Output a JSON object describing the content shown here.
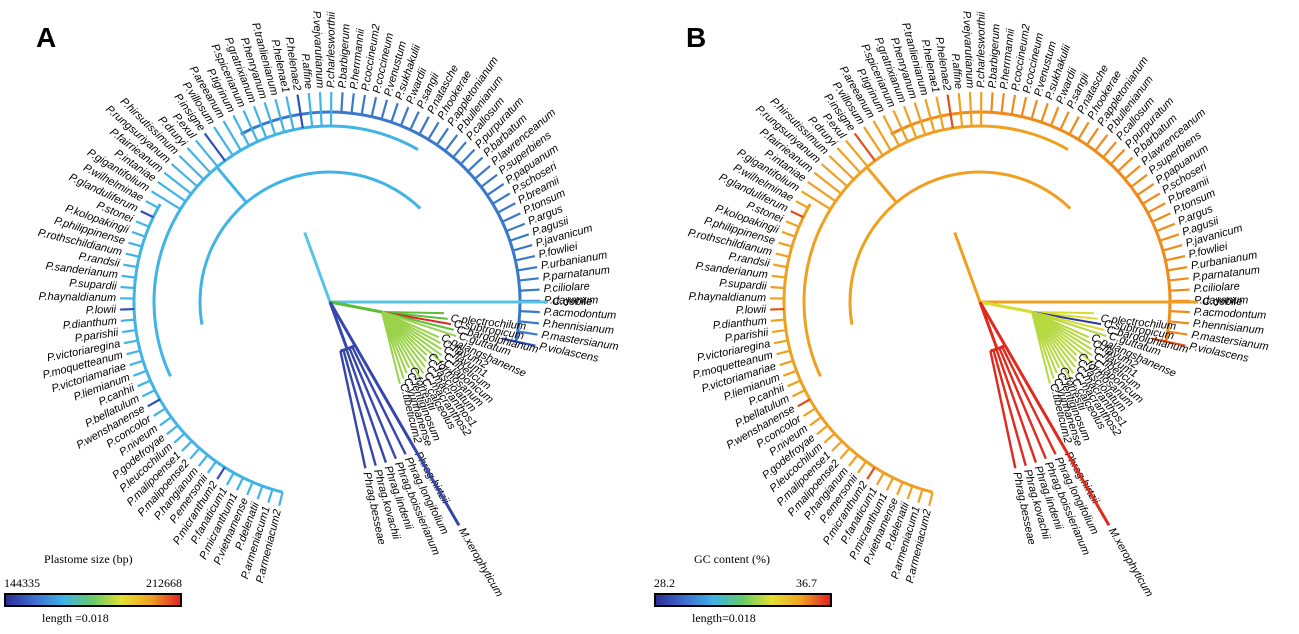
{
  "panels": [
    {
      "letter": "A",
      "legend": {
        "title": "Plastome size (bp)",
        "min": "144335",
        "max": "212668",
        "length": "length =0.018"
      },
      "palette": {
        "paph": "#40b4e4",
        "paph_deep": "#3a78cc",
        "paph_dark": "#3050b8",
        "cyp": "#5dbe3c",
        "cyp_light": "#9ad24a",
        "phrag": "#3646aa",
        "root": "#58c4e8",
        "accent": "#e02424"
      }
    },
    {
      "letter": "B",
      "legend": {
        "title": "GC content (%)",
        "min": "28.2",
        "max": "36.7",
        "length": "length=0.018"
      },
      "palette": {
        "paph": "#f0a020",
        "paph_deep": "#f08a18",
        "paph_dark": "#e05018",
        "cyp": "#d8dc30",
        "cyp_light": "#b6d840",
        "phrag": "#e02a1e",
        "root": "#f0a020",
        "accent": "#2d3aa0"
      }
    }
  ],
  "taxa": {
    "paphiopedilum": [
      "P.violascens",
      "P.mastersianum",
      "P.hennisianum",
      "P.acmodontum",
      "P.dayanum",
      "P.ciliolare",
      "P.parnatanum",
      "P.urbanianum",
      "P.fowliei",
      "P.javanicum",
      "P.agusii",
      "P.argus",
      "P.tonsum",
      "P.breamii",
      "P.schoseri",
      "P.papuanum",
      "P.superbiens",
      "P.lawrenceanum",
      "P.barbatum",
      "P.purpuratum",
      "P.callosum",
      "P.bullenianum",
      "P.appletonianum",
      "P.hookerae",
      "P.natasche",
      "P.sangii",
      "P.wardii",
      "P.sukhakulii",
      "P.venustum",
      "P.coccineum",
      "P.coccineum2",
      "P.herrmannii",
      "P.barbigerum",
      "P.charlesworthii",
      "P.vejvarutianum",
      "P.affine",
      "P.helenae2",
      "P.helenae1",
      "P.tranlienianum",
      "P.henryanum",
      "P.gratrixianum",
      "P.spicerianum",
      "P.tigrinum",
      "P.areeanum",
      "P.villosum",
      "P.insigne",
      "P.exul",
      "P.druryi",
      "P.hirsutissimum",
      "P.rungsuriyanum",
      "P.fairrieanum",
      "P.intaniae",
      "P.gigantifolium",
      "P.wilhelminae",
      "P.glanduliferum",
      "P.stonei",
      "P.kolopakingii",
      "P.philippinense",
      "P.rothschildianum",
      "P.randsii",
      "P.sanderianum",
      "P.supardii",
      "P.haynaldianum",
      "P.lowii",
      "P.dianthum",
      "P.parishii",
      "P.victoriaregina",
      "P.moquetteanum",
      "P.victoriamariae",
      "P.liemianum",
      "P.canhii",
      "P.bellatulum",
      "P.wenshanense",
      "P.concolor",
      "P.niveum",
      "P.godefroyae",
      "P.leucochilum",
      "P.malipoense1",
      "P.malipoense2",
      "P.hangianum",
      "P.emersonii",
      "P.micranthum2",
      "P.fanaticum1",
      "P.micranthum1",
      "P.vietnamense",
      "P.delenatii",
      "P.armeniacum1",
      "P.armeniacum2"
    ],
    "phragmipedium": [
      "Phrag.besseae",
      "Phrag.kovachii",
      "Phrag.lindenii",
      "Phrag.boissierianum",
      "Phrag.longifolium",
      "Phrag.hirtzii"
    ],
    "outgroup": [
      "M.xerophyticum"
    ],
    "cypripedium_labeled": [
      "C.debile",
      "C.plectrochilum",
      "C.subtropicum",
      "C.bardolphianum",
      "C.guttatum",
      "C.palangshanense",
      "C.flavum2",
      "C.flavum1",
      "C.tibeticum",
      "C.japonicum",
      "C.formosanum",
      "C.fasciolatum",
      "C.macranthos1",
      "C.macranthos2",
      "C.calceolus",
      "C.forrestii",
      "C.lentiginosum",
      "C.yunnanense",
      "C.tibeticum2"
    ]
  }
}
